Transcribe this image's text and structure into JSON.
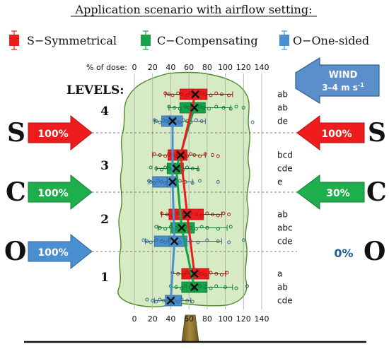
{
  "title": "Application scenario with airflow setting:",
  "legend": [
    {
      "label": "S−Symmetrical",
      "color": "#ee1c1c"
    },
    {
      "label": "C−Compensating",
      "color": "#16a34a"
    },
    {
      "label": "O−One-sided",
      "color": "#4a90d0"
    }
  ],
  "wind": {
    "label": "WIND",
    "speed": "3–4 m s",
    "exp": "-1"
  },
  "levels_heading": "LEVELS:",
  "left_settings": [
    {
      "letter": "S",
      "pct": "100%",
      "color": "#ee1c1c"
    },
    {
      "letter": "C",
      "pct": "100%",
      "color": "#1fae4c"
    },
    {
      "letter": "O",
      "pct": "100%",
      "color": "#4a90d0"
    }
  ],
  "right_settings": [
    {
      "letter": "S",
      "pct": "100%",
      "color": "#ee1c1c"
    },
    {
      "letter": "C",
      "pct": "30%",
      "color": "#1fae4c"
    },
    {
      "letter": "O",
      "pct": "0%",
      "color": "#1b5f9a"
    }
  ],
  "chart_data": {
    "type": "box",
    "xlabel": "% of dose:",
    "xlim": [
      0,
      140
    ],
    "xticks": [
      0,
      20,
      40,
      60,
      80,
      100,
      120,
      140
    ],
    "grid": true,
    "series": [
      {
        "name": "S−Symmetrical",
        "color": "#ee1c1c"
      },
      {
        "name": "C−Compensating",
        "color": "#16a34a"
      },
      {
        "name": "O−One-sided",
        "color": "#4a90d0"
      }
    ],
    "levels": [
      {
        "level": "4",
        "boxes": [
          {
            "series": 0,
            "whisker_low": 34,
            "q1": 50,
            "median": 64,
            "q3": 80,
            "whisker_high": 108,
            "mean": 67,
            "letters": "ab",
            "points": [
              34,
              38,
              42,
              48,
              52,
              58,
              62,
              66,
              70,
              74,
              78,
              84,
              90,
              96,
              104
            ]
          },
          {
            "series": 1,
            "whisker_low": 38,
            "q1": 50,
            "median": 62,
            "q3": 78,
            "whisker_high": 106,
            "mean": 66,
            "letters": "ab",
            "points": [
              38,
              44,
              50,
              56,
              60,
              66,
              72,
              76,
              82,
              90,
              98,
              106,
              112,
              120
            ]
          },
          {
            "series": 2,
            "whisker_low": 22,
            "q1": 30,
            "median": 38,
            "q3": 53,
            "whisker_high": 78,
            "mean": 42,
            "letters": "de",
            "points": [
              22,
              24,
              28,
              32,
              35,
              38,
              42,
              46,
              50,
              54,
              58,
              62,
              68,
              74,
              130
            ]
          }
        ]
      },
      {
        "level": "3",
        "boxes": [
          {
            "series": 0,
            "whisker_low": 20,
            "q1": 37,
            "median": 47,
            "q3": 58,
            "whisker_high": 78,
            "mean": 51,
            "letters": "bcd",
            "points": [
              22,
              28,
              34,
              38,
              42,
              46,
              50,
              54,
              58,
              62,
              66,
              72,
              78,
              86,
              92
            ]
          },
          {
            "series": 1,
            "whisker_low": 24,
            "q1": 36,
            "median": 44,
            "q3": 54,
            "whisker_high": 70,
            "mean": 46,
            "letters": "cde",
            "points": [
              18,
              24,
              30,
              34,
              38,
              42,
              46,
              50,
              54,
              58,
              64,
              70
            ]
          },
          {
            "series": 2,
            "whisker_low": 16,
            "q1": 20,
            "median": 36,
            "q3": 48,
            "whisker_high": 64,
            "mean": 42,
            "letters": "e",
            "points": [
              16,
              18,
              22,
              26,
              30,
              34,
              38,
              42,
              46,
              50,
              56,
              64,
              72,
              92
            ]
          }
        ]
      },
      {
        "level": "2",
        "boxes": [
          {
            "series": 0,
            "whisker_low": 30,
            "q1": 38,
            "median": 54,
            "q3": 76,
            "whisker_high": 96,
            "mean": 58,
            "letters": "ab",
            "points": [
              30,
              36,
              42,
              48,
              54,
              58,
              62,
              68,
              74,
              80,
              86,
              92,
              98,
              104
            ]
          },
          {
            "series": 1,
            "whisker_low": 26,
            "q1": 40,
            "median": 52,
            "q3": 66,
            "whisker_high": 102,
            "mean": 52,
            "letters": "abc",
            "points": [
              24,
              28,
              34,
              40,
              46,
              52,
              56,
              62,
              68,
              74,
              80,
              92,
              106
            ]
          },
          {
            "series": 2,
            "whisker_low": 12,
            "q1": 22,
            "median": 38,
            "q3": 58,
            "whisker_high": 96,
            "mean": 44,
            "letters": "cde",
            "points": [
              10,
              14,
              18,
              24,
              30,
              34,
              38,
              44,
              50,
              56,
              62,
              70,
              80,
              92,
              104,
              120
            ]
          }
        ]
      },
      {
        "level": "1",
        "boxes": [
          {
            "series": 0,
            "whisker_low": 42,
            "q1": 52,
            "median": 64,
            "q3": 82,
            "whisker_high": 100,
            "mean": 66,
            "letters": "a",
            "points": [
              42,
              48,
              54,
              58,
              62,
              66,
              70,
              74,
              78,
              84,
              90,
              96,
              102
            ]
          },
          {
            "series": 1,
            "whisker_low": 40,
            "q1": 52,
            "median": 66,
            "q3": 80,
            "whisker_high": 108,
            "mean": 66,
            "letters": "ab",
            "points": [
              40,
              46,
              52,
              56,
              62,
              66,
              72,
              78,
              84,
              90,
              100,
              112,
              124
            ]
          },
          {
            "series": 2,
            "whisker_low": 22,
            "q1": 34,
            "median": 40,
            "q3": 52,
            "whisker_high": 62,
            "mean": 40,
            "letters": "cde",
            "points": [
              14,
              20,
              24,
              28,
              32,
              36,
              40,
              44,
              48,
              52,
              58,
              64
            ]
          }
        ]
      }
    ]
  }
}
